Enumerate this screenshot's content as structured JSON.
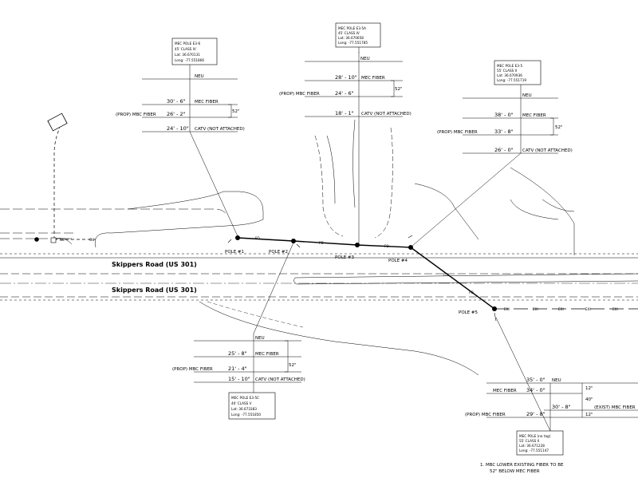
{
  "roads": [
    {
      "name": "Skippers Road  (US 301)"
    },
    {
      "name": "Skippers Road  (US 301)"
    }
  ],
  "poles": [
    {
      "id": "pole1",
      "label": "POLE #1"
    },
    {
      "id": "pole2",
      "label": "POLE #2"
    },
    {
      "id": "pole3",
      "label": "POLE #3"
    },
    {
      "id": "pole4",
      "label": "POLE #4"
    },
    {
      "id": "pole5",
      "label": "POLE #5"
    }
  ],
  "info_boxes": [
    {
      "id": "e36",
      "lines": [
        "MEC POLE  E3-6",
        "45' CLASS IV",
        "Lat:     36.670131",
        "Long: -77.551866"
      ]
    },
    {
      "id": "e35a",
      "lines": [
        "MEC POLE  E3-5A",
        "45' CLASS IV",
        "Lat:     36.670658",
        "Long: -77.551785"
      ]
    },
    {
      "id": "e35",
      "lines": [
        "MEC POLE  E3-5",
        "55' CLASS II",
        "Lat:     36.670936",
        "Long: -77.551719"
      ]
    },
    {
      "id": "e35c",
      "lines": [
        "MEC POLE  E3-5C",
        "40' CLASS V",
        "Lat:     36.673383",
        "Long: -77.551850"
      ]
    },
    {
      "id": "notag",
      "lines": [
        "MEC POLE  (no tag)",
        "55' CLASS II",
        "Lat:     36.671228",
        "Long: -77.551147"
      ]
    }
  ],
  "profiles": {
    "e36": {
      "neu": "NEU",
      "mec": "30' - 6\"",
      "mec_label": "MEC FIBER",
      "prop": "(PROP)  MBC FIBER",
      "prop_h": "26' - 2\"",
      "catv": "24' - 10\"",
      "catv_label": "CATV  (NOT  ATTACHED)",
      "gap": "52\""
    },
    "e35a": {
      "neu": "NEU",
      "mec": "28' - 10\"",
      "mec_label": "MEC  FIBER",
      "prop": "(PROP)  MBC  FIBER",
      "prop_h": "24' - 6\"",
      "catv": "18' - 1\"",
      "catv_label": "CATV  (NOT  ATTACHED)",
      "gap": "52\""
    },
    "e35": {
      "neu": "NEU",
      "mec": "38' - 0\"",
      "mec_label": "MEC  FIBER",
      "prop": "(PROP)  MBC  FIBER",
      "prop_h": "33' - 8\"",
      "catv": "26' - 0\"",
      "catv_label": "CATV  (NOT  ATTACHED)",
      "gap": "52\""
    },
    "e35c": {
      "neu": "NEU",
      "mec": "25' - 8\"",
      "mec_label": "MEC  FIBER",
      "prop": "(PROP)  MBC  FIBER",
      "prop_h": "21' - 4\"",
      "catv": "15' - 10\"",
      "catv_label": "CATV  (NOT  ATTACHED)",
      "gap": "52\""
    },
    "notag": {
      "neu": "NEU",
      "neu_h": "35' - 0\"",
      "mec": "34' - 0\"",
      "mec_label": "MEC  FIBER",
      "exist_h": "30' - 8\"",
      "exist_label": "(EXIST)  MBC  FIBER",
      "prop": "(PROP)  MBC  FIBER",
      "prop_h": "29' - 8\"",
      "d1": "12\"",
      "d2": "40\"",
      "d3": "12\""
    }
  },
  "fiber_tags": {
    "fo": "FO",
    "exi": "EXI",
    "oe": "OE",
    "ou": "OU"
  },
  "notes": {
    "line1": "1.  MBC  LOWER  EXISTING  FIBER  TO  BE",
    "line2": "52\"  BELOW  MEC  FIBER"
  }
}
